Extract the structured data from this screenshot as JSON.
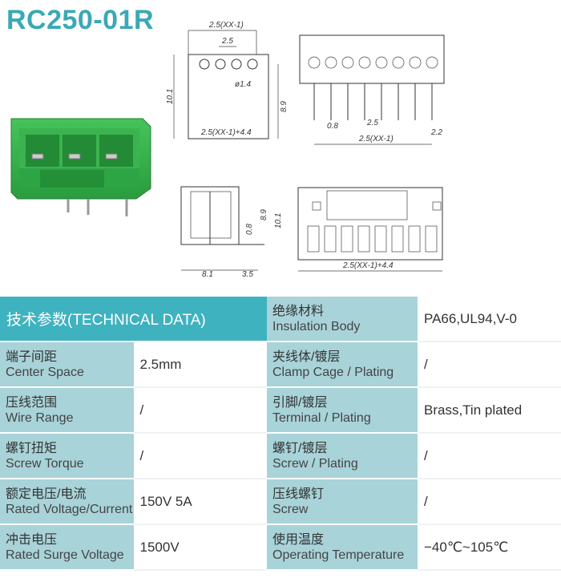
{
  "title": "RC250-01R",
  "dims": {
    "top_pitch_total": "2.5(XX-1)",
    "top_pitch": "2.5",
    "hole_dia": "ø1.4",
    "height_left": "10.1",
    "height_right": "8.9",
    "width_bottom": "2.5(XX-1)+4.4",
    "front_pin": "0.8",
    "front_pitch": "2.5",
    "front_total": "2.5(XX-1)",
    "front_right": "2.2",
    "side_pin": "0.8",
    "side_h1": "8.9",
    "side_h2": "10.1",
    "side_w1": "8.1",
    "side_w2": "3.5",
    "bottom_width": "2.5(XX-1)+4.4"
  },
  "table": {
    "header": "技术参数(TECHNICAL DATA)",
    "rows": [
      {
        "l_cn": "",
        "l_en": "",
        "l_val": "",
        "r_cn": "绝缘材料",
        "r_en": "Insulation Body",
        "r_val": "PA66,UL94,V-0"
      },
      {
        "l_cn": "端子间距",
        "l_en": "Center Space",
        "l_val": "2.5mm",
        "r_cn": "夹线体/镀层",
        "r_en": "Clamp Cage / Plating",
        "r_val": "/"
      },
      {
        "l_cn": "压线范围",
        "l_en": "Wire Range",
        "l_val": "/",
        "r_cn": "引脚/镀层",
        "r_en": "Terminal / Plating",
        "r_val": "Brass,Tin plated"
      },
      {
        "l_cn": "螺钉扭矩",
        "l_en": "Screw Torque",
        "l_val": "/",
        "r_cn": "螺钉/镀层",
        "r_en": "Screw / Plating",
        "r_val": "/"
      },
      {
        "l_cn": "额定电压/电流",
        "l_en": "Rated Voltage/Current",
        "l_val": "150V 5A",
        "r_cn": "压线螺钉",
        "r_en": "Screw",
        "r_val": "/"
      },
      {
        "l_cn": "冲击电压",
        "l_en": "Rated Surge Voltage",
        "l_val": "1500V",
        "r_cn": "使用温度",
        "r_en": "Operating Temperature",
        "r_val": "−40℃~105℃"
      }
    ]
  }
}
